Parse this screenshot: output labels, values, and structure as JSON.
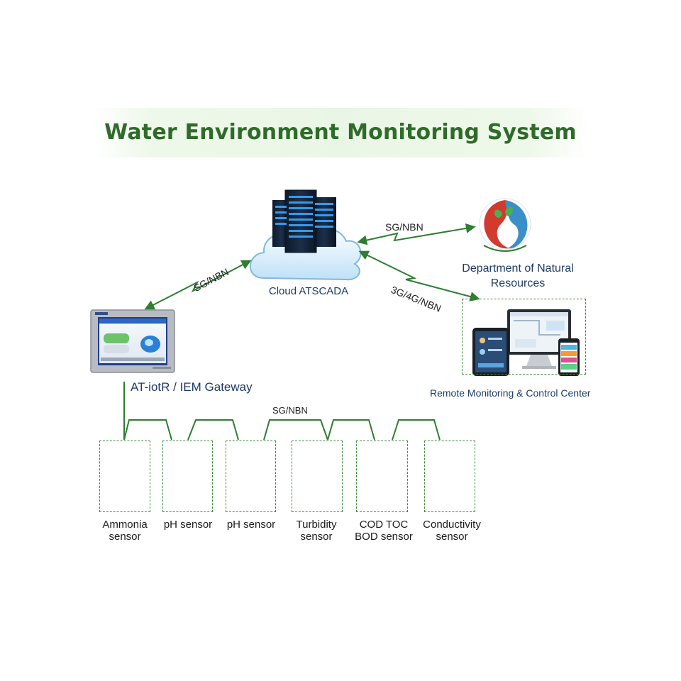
{
  "title": "Water Environment Monitoring System",
  "nodes": {
    "cloud": "Cloud ATSCADA",
    "department_line1": "Department of Natural",
    "department_line2": "Resources",
    "gateway": "AT-iotR / IEM Gateway",
    "remote_center": "Remote Monitoring & Control Center"
  },
  "links": {
    "cloud_department": "SG/NBN",
    "cloud_gateway": "SG/NBN",
    "cloud_remote": "3G/4G/NBN",
    "sensor_bus": "SG/NBN"
  },
  "sensors": [
    {
      "line1": "Ammonia",
      "line2": "sensor",
      "icon": "ammonia-probe-icon"
    },
    {
      "line1": "pH sensor",
      "line2": "",
      "icon": "ph-probe-icon"
    },
    {
      "line1": "pH sensor",
      "line2": "",
      "icon": "ph-electrode-icon"
    },
    {
      "line1": "Turbidity",
      "line2": "sensor",
      "icon": "turbidity-probe-icon"
    },
    {
      "line1": "COD TOC",
      "line2": "BOD sensor",
      "icon": "cod-probe-icon"
    },
    {
      "line1": "Conductivity",
      "line2": "sensor",
      "icon": "conductivity-cable-icon"
    }
  ],
  "colors": {
    "title": "#2f6b2a",
    "line_green": "#2e7d32",
    "box_border": "#3d8a3a",
    "label_blue": "#1f3a66"
  }
}
